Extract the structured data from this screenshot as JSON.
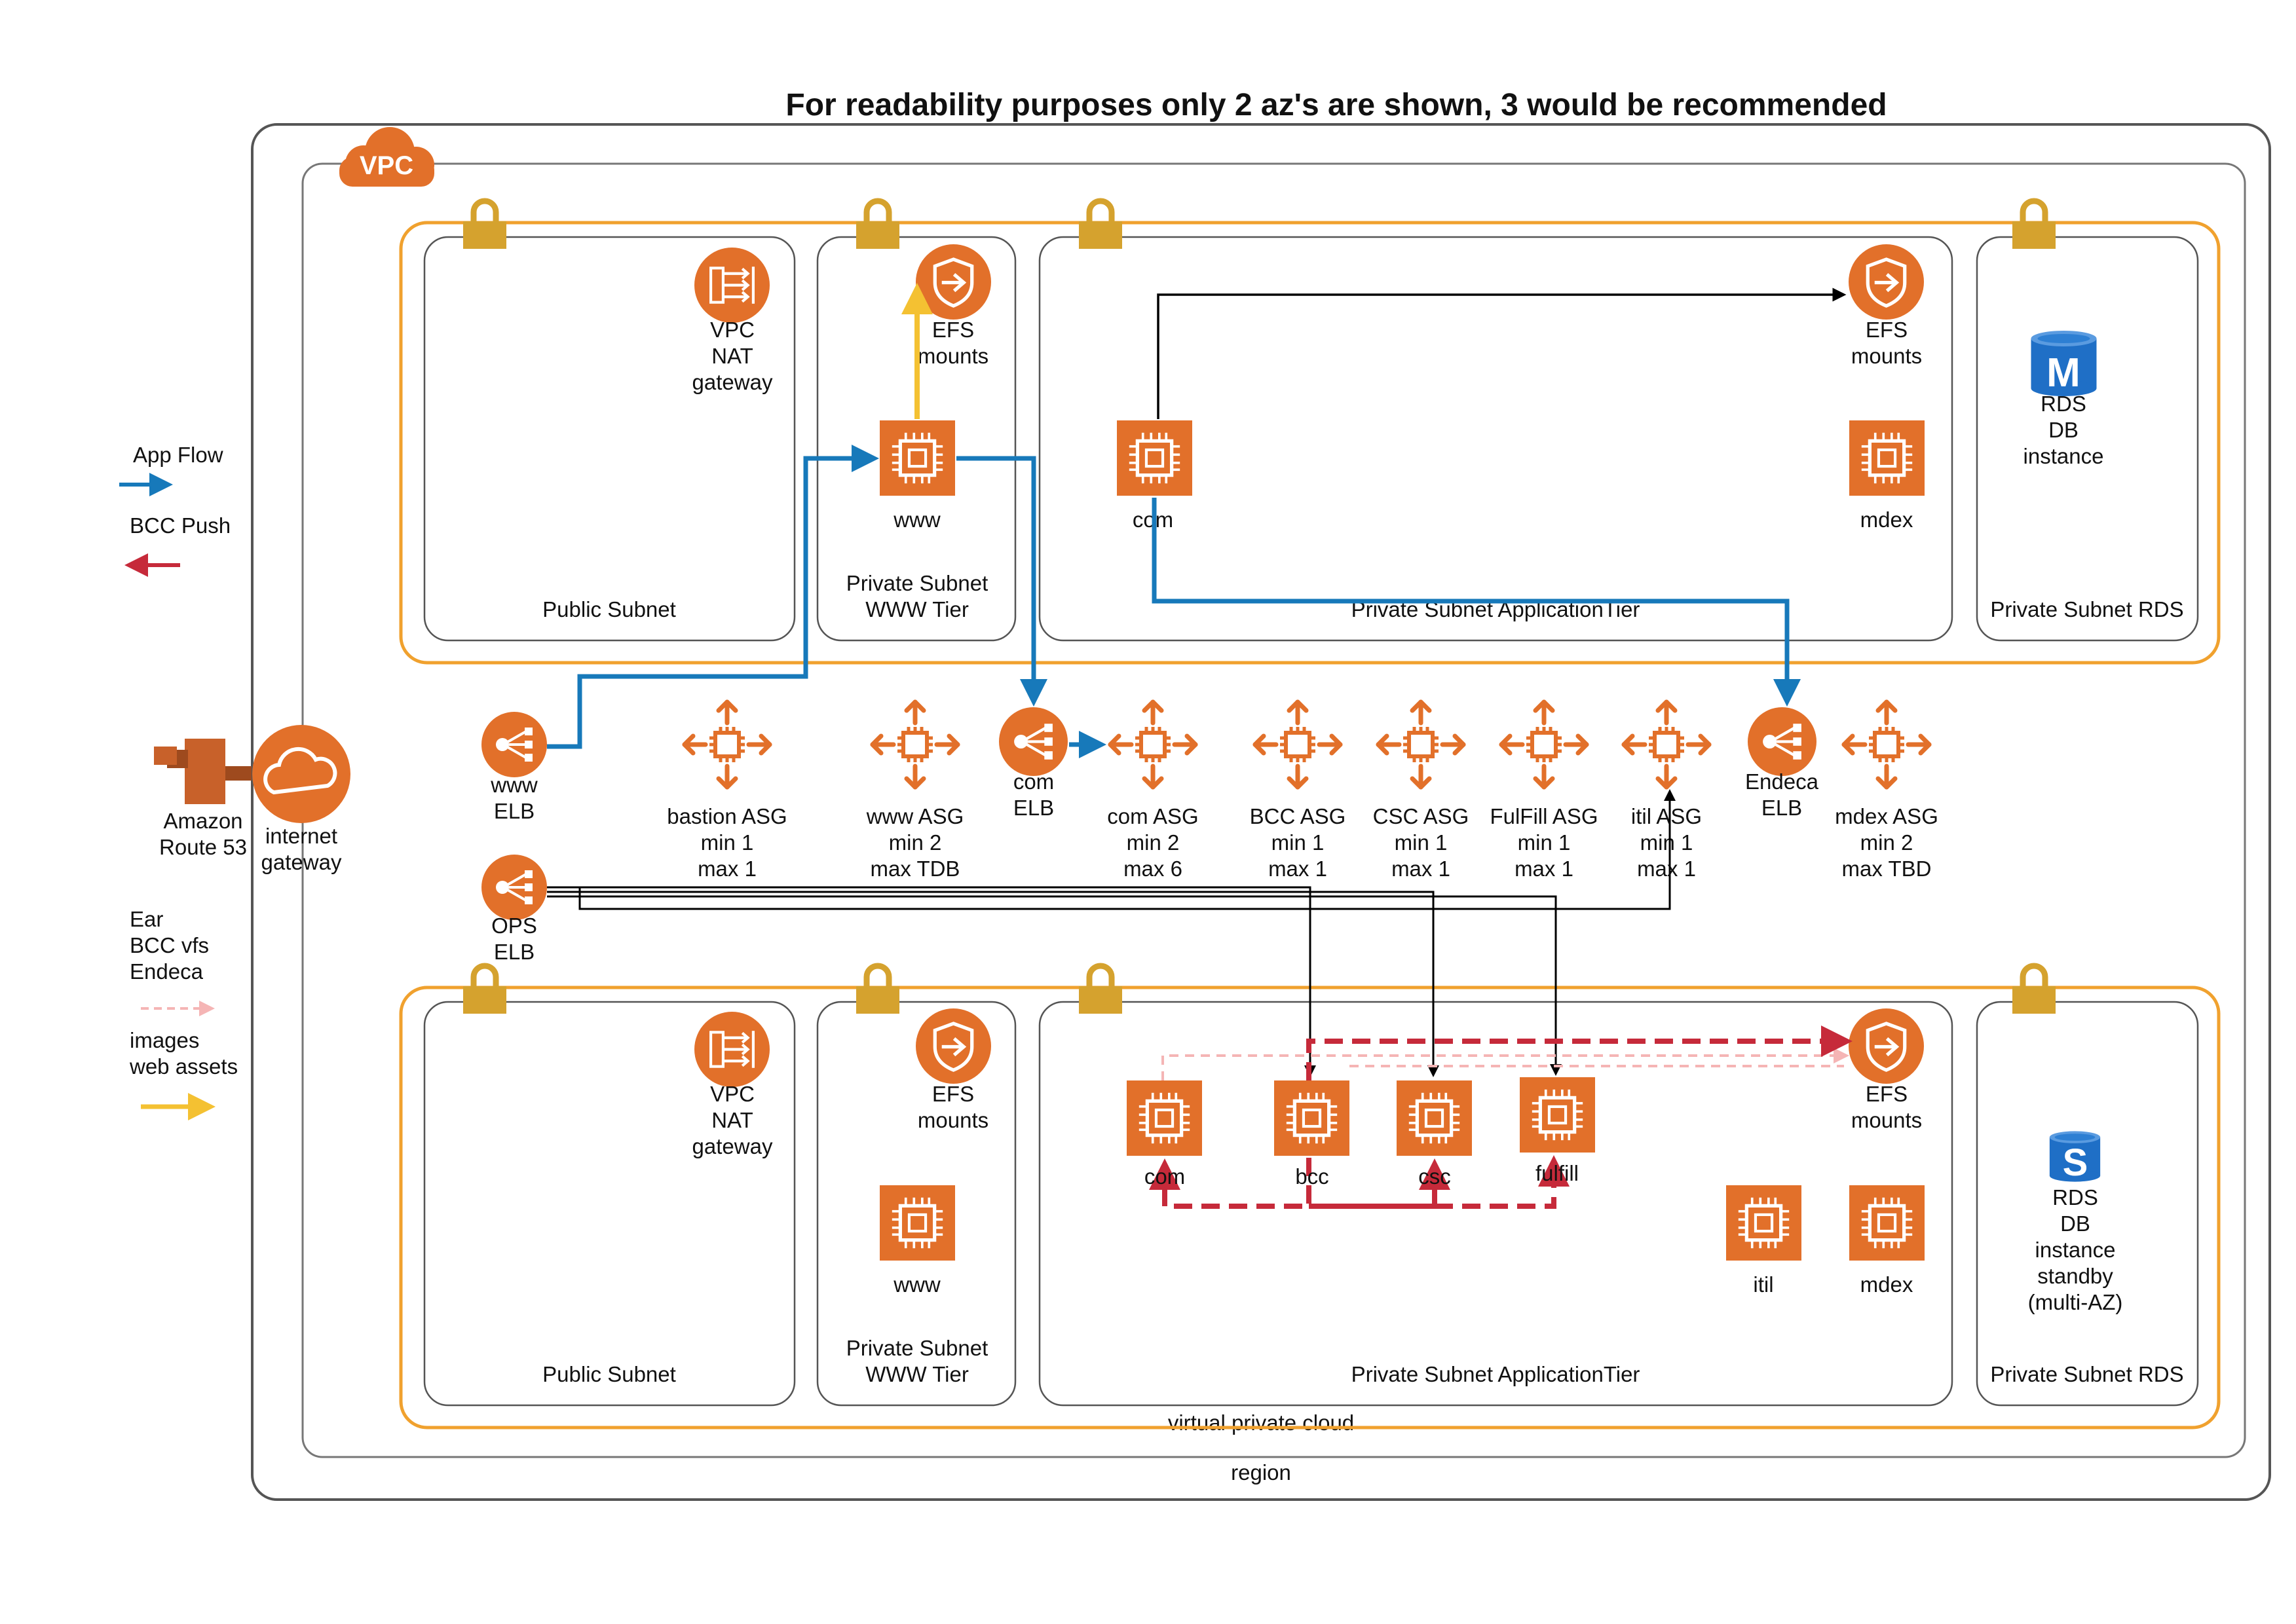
{
  "title": "For readability purposes only 2 az's are shown, 3 would be recommended",
  "vpc_badge": "VPC",
  "region_label": "region",
  "vpc_label": "virtual private cloud",
  "legend": {
    "app_flow": "App Flow",
    "bcc_push": "BCC Push",
    "ear_lines": [
      "Ear",
      "BCC vfs",
      "Endeca"
    ],
    "images_lines": [
      "images",
      "web assets"
    ]
  },
  "route53": [
    "Amazon",
    "Route 53"
  ],
  "igw": [
    "internet",
    "gateway"
  ],
  "top_az": {
    "public_subnet": "Public Subnet",
    "www_tier": [
      "Private Subnet",
      "WWW Tier"
    ],
    "app_tier": "Private Subnet ApplicationTier",
    "rds_subnet": "Private Subnet RDS",
    "nat": [
      "VPC",
      "NAT",
      "gateway"
    ],
    "efs_www": [
      "EFS",
      "mounts"
    ],
    "efs_app": [
      "EFS",
      "mounts"
    ],
    "www_instance": "www",
    "com_instance": "com",
    "mdex_instance": "mdex",
    "rds": [
      "RDS",
      "DB",
      "instance"
    ],
    "rds_glyph": "M"
  },
  "bottom_az": {
    "public_subnet": "Public Subnet",
    "www_tier": [
      "Private Subnet",
      "WWW Tier"
    ],
    "app_tier": "Private Subnet ApplicationTier",
    "rds_subnet": "Private Subnet RDS",
    "nat": [
      "VPC",
      "NAT",
      "gateway"
    ],
    "efs_www": [
      "EFS",
      "mounts"
    ],
    "efs_app": [
      "EFS",
      "mounts"
    ],
    "www_instance": "www",
    "com_instance": "com",
    "bcc_instance": "bcc",
    "csc_instance": "csc",
    "fulfill_instance": "fulfill",
    "itil_instance": "itil",
    "mdex_instance": "mdex",
    "rds": [
      "RDS",
      "DB",
      "instance",
      "standby",
      "(multi-AZ)"
    ],
    "rds_glyph": "S"
  },
  "elbs": {
    "www": [
      "www",
      "ELB"
    ],
    "ops": [
      "OPS",
      "ELB"
    ],
    "com": [
      "com",
      "ELB"
    ],
    "endeca": [
      "Endeca",
      "ELB"
    ]
  },
  "asgs": {
    "bastion": [
      "bastion ASG",
      "min 1",
      "max 1"
    ],
    "www": [
      "www ASG",
      "min 2",
      "max TDB"
    ],
    "com": [
      "com ASG",
      "min 2",
      "max 6"
    ],
    "bcc": [
      "BCC ASG",
      "min 1",
      "max 1"
    ],
    "csc": [
      "CSC ASG",
      "min 1",
      "max 1"
    ],
    "fulfill": [
      "FulFill ASG",
      "min 1",
      "max 1"
    ],
    "itil": [
      "itil ASG",
      "min 1",
      "max 1"
    ],
    "mdex": [
      "mdex ASG",
      "min 2",
      "max TBD"
    ]
  },
  "colors": {
    "aws_orange": "#E2702A",
    "subnet_orange": "#F0A12E",
    "lock_gold": "#D5A22E",
    "app_flow_blue": "#1779BA",
    "bcc_push_red": "#C62A3A",
    "ear_pink": "#F5B5B5",
    "images_yellow": "#F4C132",
    "rds_blue": "#1F6FC6"
  }
}
